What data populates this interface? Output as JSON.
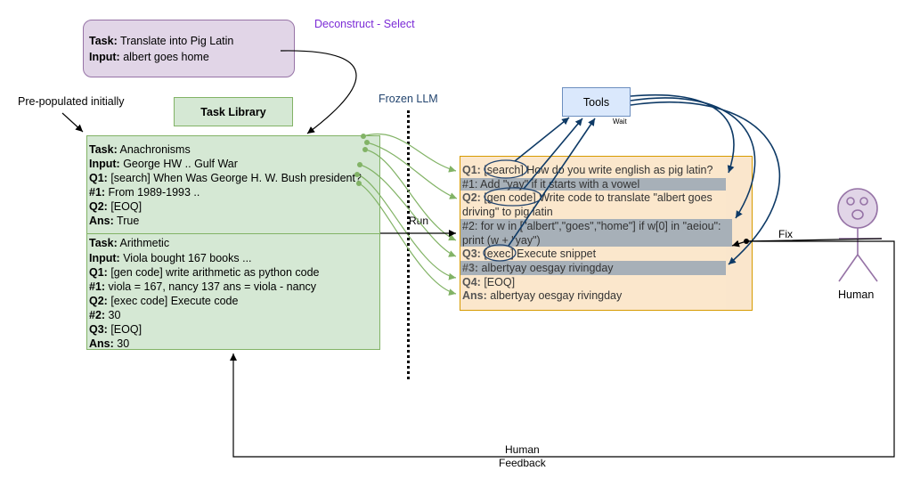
{
  "input_box": {
    "task_label": "Task:",
    "task_value": " Translate into Pig Latin",
    "input_label": "Input:",
    "input_value": " albert goes home"
  },
  "labels": {
    "deconstruct": "Deconstruct - Select",
    "prepopulated": "Pre-populated initially",
    "task_library": "Task Library",
    "frozen_llm": "Frozen LLM",
    "run": "Run",
    "tools": "Tools",
    "wait": "Wait",
    "human": "Human",
    "fix": "Fix",
    "human_feedback_1": "Human",
    "human_feedback_2": "Feedback"
  },
  "library": [
    {
      "label": "Task:",
      "value": " Anachronisms"
    },
    {
      "label": "Input:",
      "value": " George HW .. Gulf War"
    },
    {
      "label": "Q1:",
      "value": " [search] When Was George H. W. Bush president?"
    },
    {
      "label": "#1:",
      "value": " From 1989-1993 .."
    },
    {
      "label": "Q2:",
      "value": " [EOQ]"
    },
    {
      "label": "Ans:",
      "value": " True"
    },
    {
      "label": "Task:",
      "value": " Arithmetic"
    },
    {
      "label": "Input:",
      "value": " Viola bought 167 books ..."
    },
    {
      "label": "Q1:",
      "value": " [gen code] write arithmetic as python code"
    },
    {
      "label": "#1:",
      "value": " viola = 167, nancy 137 ans = viola - nancy"
    },
    {
      "label": "Q2:",
      "value": " [exec code] Execute code"
    },
    {
      "label": "#2:",
      "value": " 30"
    },
    {
      "label": "Q3:",
      "value": " [EOQ]"
    },
    {
      "label": "Ans:",
      "value": " 30"
    }
  ],
  "program": [
    {
      "label": "Q1:",
      "tag": "[search]",
      "value": " How do you write english as pig latin?"
    },
    {
      "label": "#1:",
      "tag": "",
      "value": " Add \"yay\" if it starts with a vowel"
    },
    {
      "label": "Q2:",
      "tag": "[gen code]",
      "value": " Write code to translate \"albert goes"
    },
    {
      "label": "",
      "tag": "",
      "value": "driving\" to pig latin"
    },
    {
      "label": "#2:",
      "tag": "",
      "value": " for w in [\"albert\",\"goes\",\"home\"] if w[0] in \"aeiou\":"
    },
    {
      "label": "",
      "tag": "",
      "value": "print (w + \"yay\")"
    },
    {
      "label": "Q3:",
      "tag": "[exec]",
      "value": " Execute snippet"
    },
    {
      "label": "#3:",
      "tag": "",
      "value": " albertyay oesgay rivingday"
    },
    {
      "label": "Q4:",
      "tag": "",
      "value": " [EOQ]"
    },
    {
      "label": "Ans:",
      "tag": "",
      "value": " albertyay oesgay rivingday"
    }
  ],
  "colors": {
    "purple_fill": "#e1d5e7",
    "green_fill": "#d5e8d4",
    "orange_fill": "#fae6cc",
    "blue_fill": "#dae8fc",
    "arrow_green": "#82b366",
    "arrow_blue": "#0e3a66",
    "deconstruct_text": "#7b2bd6",
    "frozen_text": "#23456f",
    "human_stroke": "#9673a6"
  }
}
